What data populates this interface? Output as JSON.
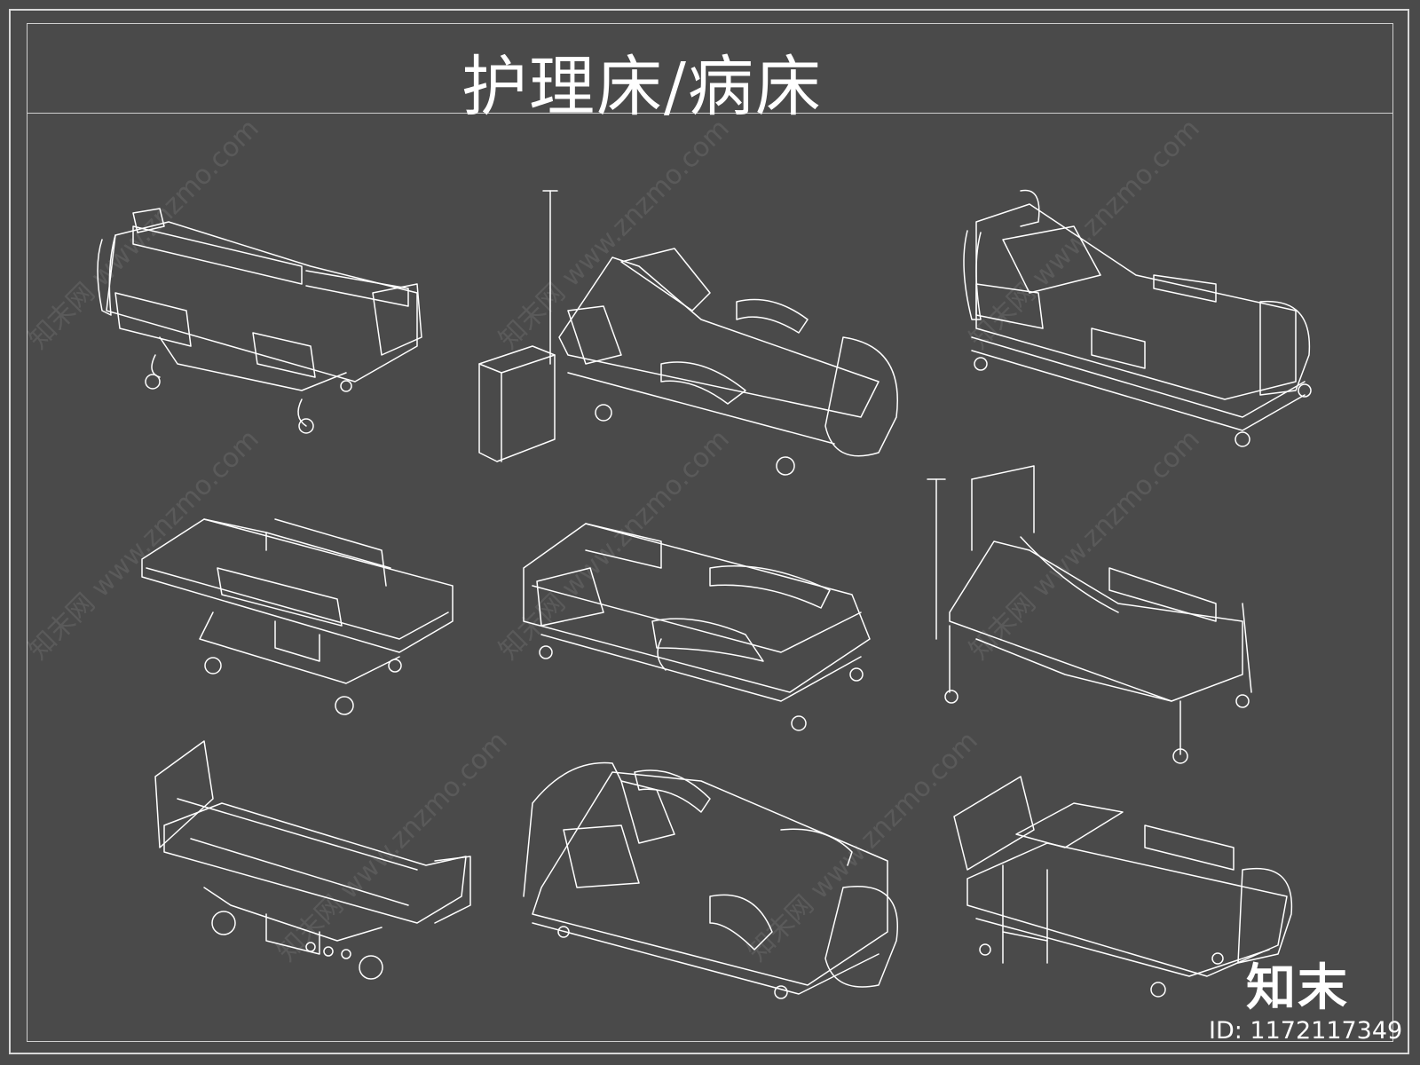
{
  "sheet": {
    "title": "护理床/病床",
    "brand_logo": "知末",
    "brand_id": "ID: 1172117349",
    "watermark": "知末网 www.znzmo.com"
  },
  "items": [
    {
      "icon": "electric-nursing-bed-icon"
    },
    {
      "icon": "adjustable-bed-with-iv-pole-icon"
    },
    {
      "icon": "icu-bed-icon"
    },
    {
      "icon": "stretcher-trolley-icon"
    },
    {
      "icon": "multi-function-bed-icon"
    },
    {
      "icon": "manual-crank-bed-icon"
    },
    {
      "icon": "transport-stretcher-icon"
    },
    {
      "icon": "deluxe-nursing-bed-icon"
    },
    {
      "icon": "bed-with-overbed-table-icon"
    }
  ],
  "colors": {
    "background": "#4a4a4a",
    "line": "#ffffff",
    "frame": "#d8d8d8"
  }
}
